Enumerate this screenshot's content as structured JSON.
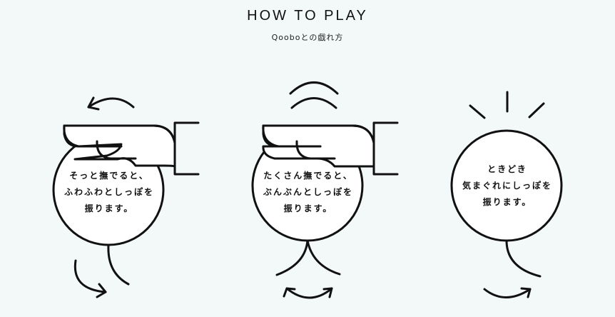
{
  "header": {
    "title": "HOW TO PLAY",
    "subtitle": "Qooboとの戯れ方"
  },
  "steps": [
    {
      "lines": [
        "そっと撫でると、",
        "ふわふわとしっぽを",
        "振ります。"
      ]
    },
    {
      "lines": [
        "たくさん撫でると、",
        "ぶんぶんとしっぽを",
        "振ります。"
      ]
    },
    {
      "lines": [
        "ときどき",
        "気まぐれにしっぽを",
        "振ります。"
      ]
    }
  ],
  "colors": {
    "background": "#f3f9f9",
    "ink": "#111111"
  }
}
